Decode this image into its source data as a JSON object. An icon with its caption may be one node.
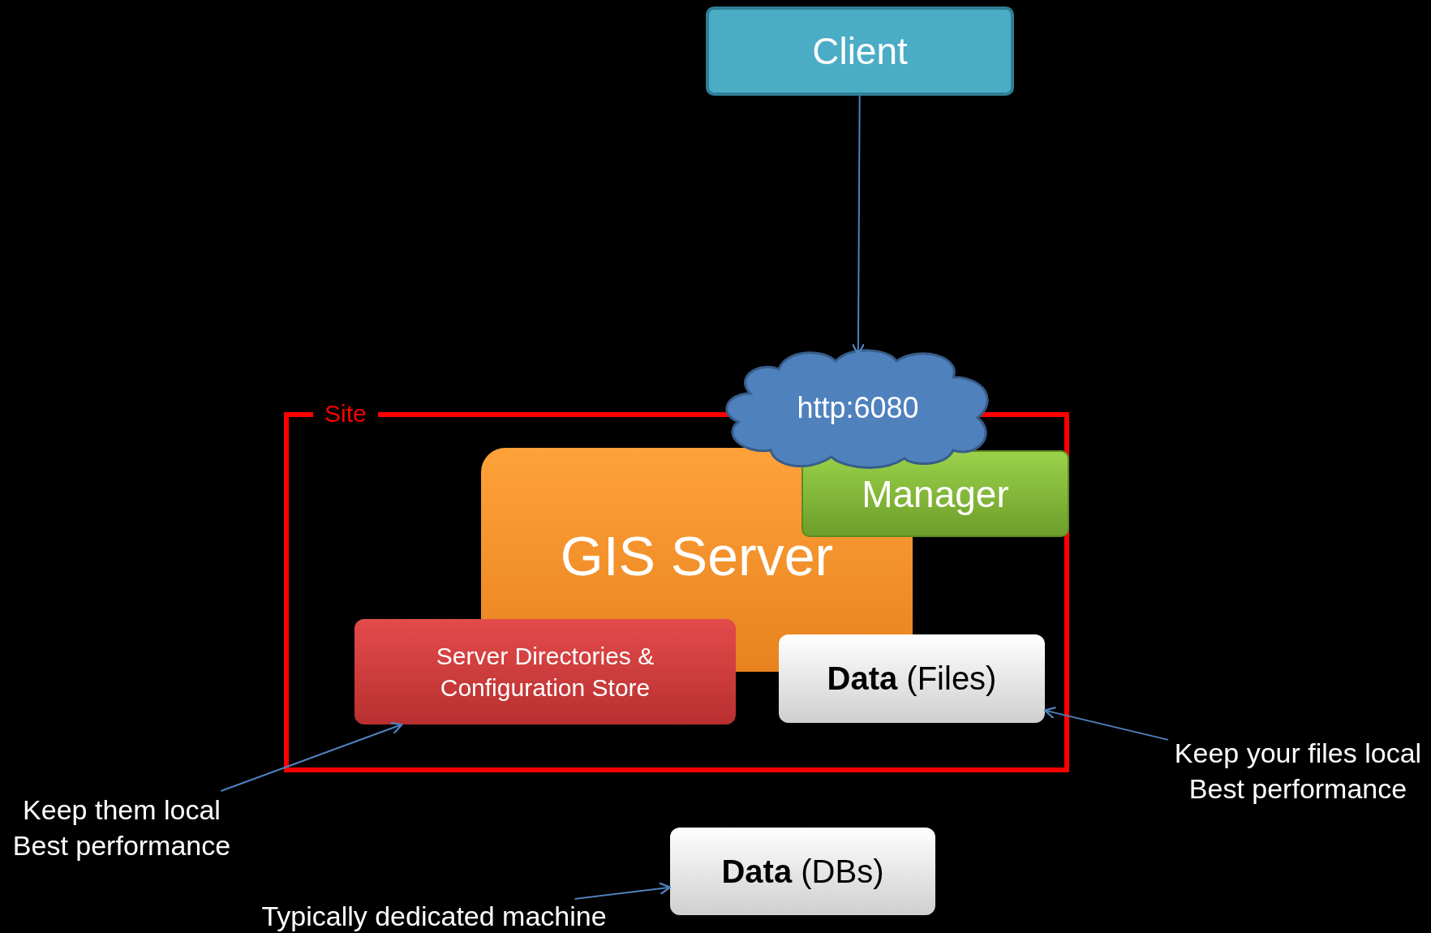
{
  "diagram": {
    "nodes": [
      {
        "text": [
          "Client"
        ]
      },
      {
        "text": [
          "http:6080"
        ]
      },
      {
        "text": [
          "Site"
        ]
      },
      {
        "text": [
          "GIS Server"
        ],
        "in": 2
      },
      {
        "text": [
          "Manager"
        ],
        "in": 2
      },
      {
        "text": [
          "Server Directories & Configuration Store"
        ],
        "in": 2
      },
      {
        "text": [
          "**Data** (Files)"
        ],
        "in": 2
      },
      {
        "text": [
          "Keep them local Best performance"
        ]
      },
      {
        "text": [
          "Keep your files local Best performance"
        ]
      },
      {
        "text": [
          "**Data** (DBs)"
        ]
      },
      {
        "text": [
          "Typically dedicated machine"
        ]
      }
    ],
    "edges": [
      {
        "from": 0,
        "to": 1,
        "arrow": "to"
      },
      {
        "from": 7,
        "to": 5,
        "arrow": "to"
      },
      {
        "from": 8,
        "to": 6,
        "arrow": "to"
      },
      {
        "from": 10,
        "to": 9,
        "arrow": "to"
      }
    ]
  }
}
